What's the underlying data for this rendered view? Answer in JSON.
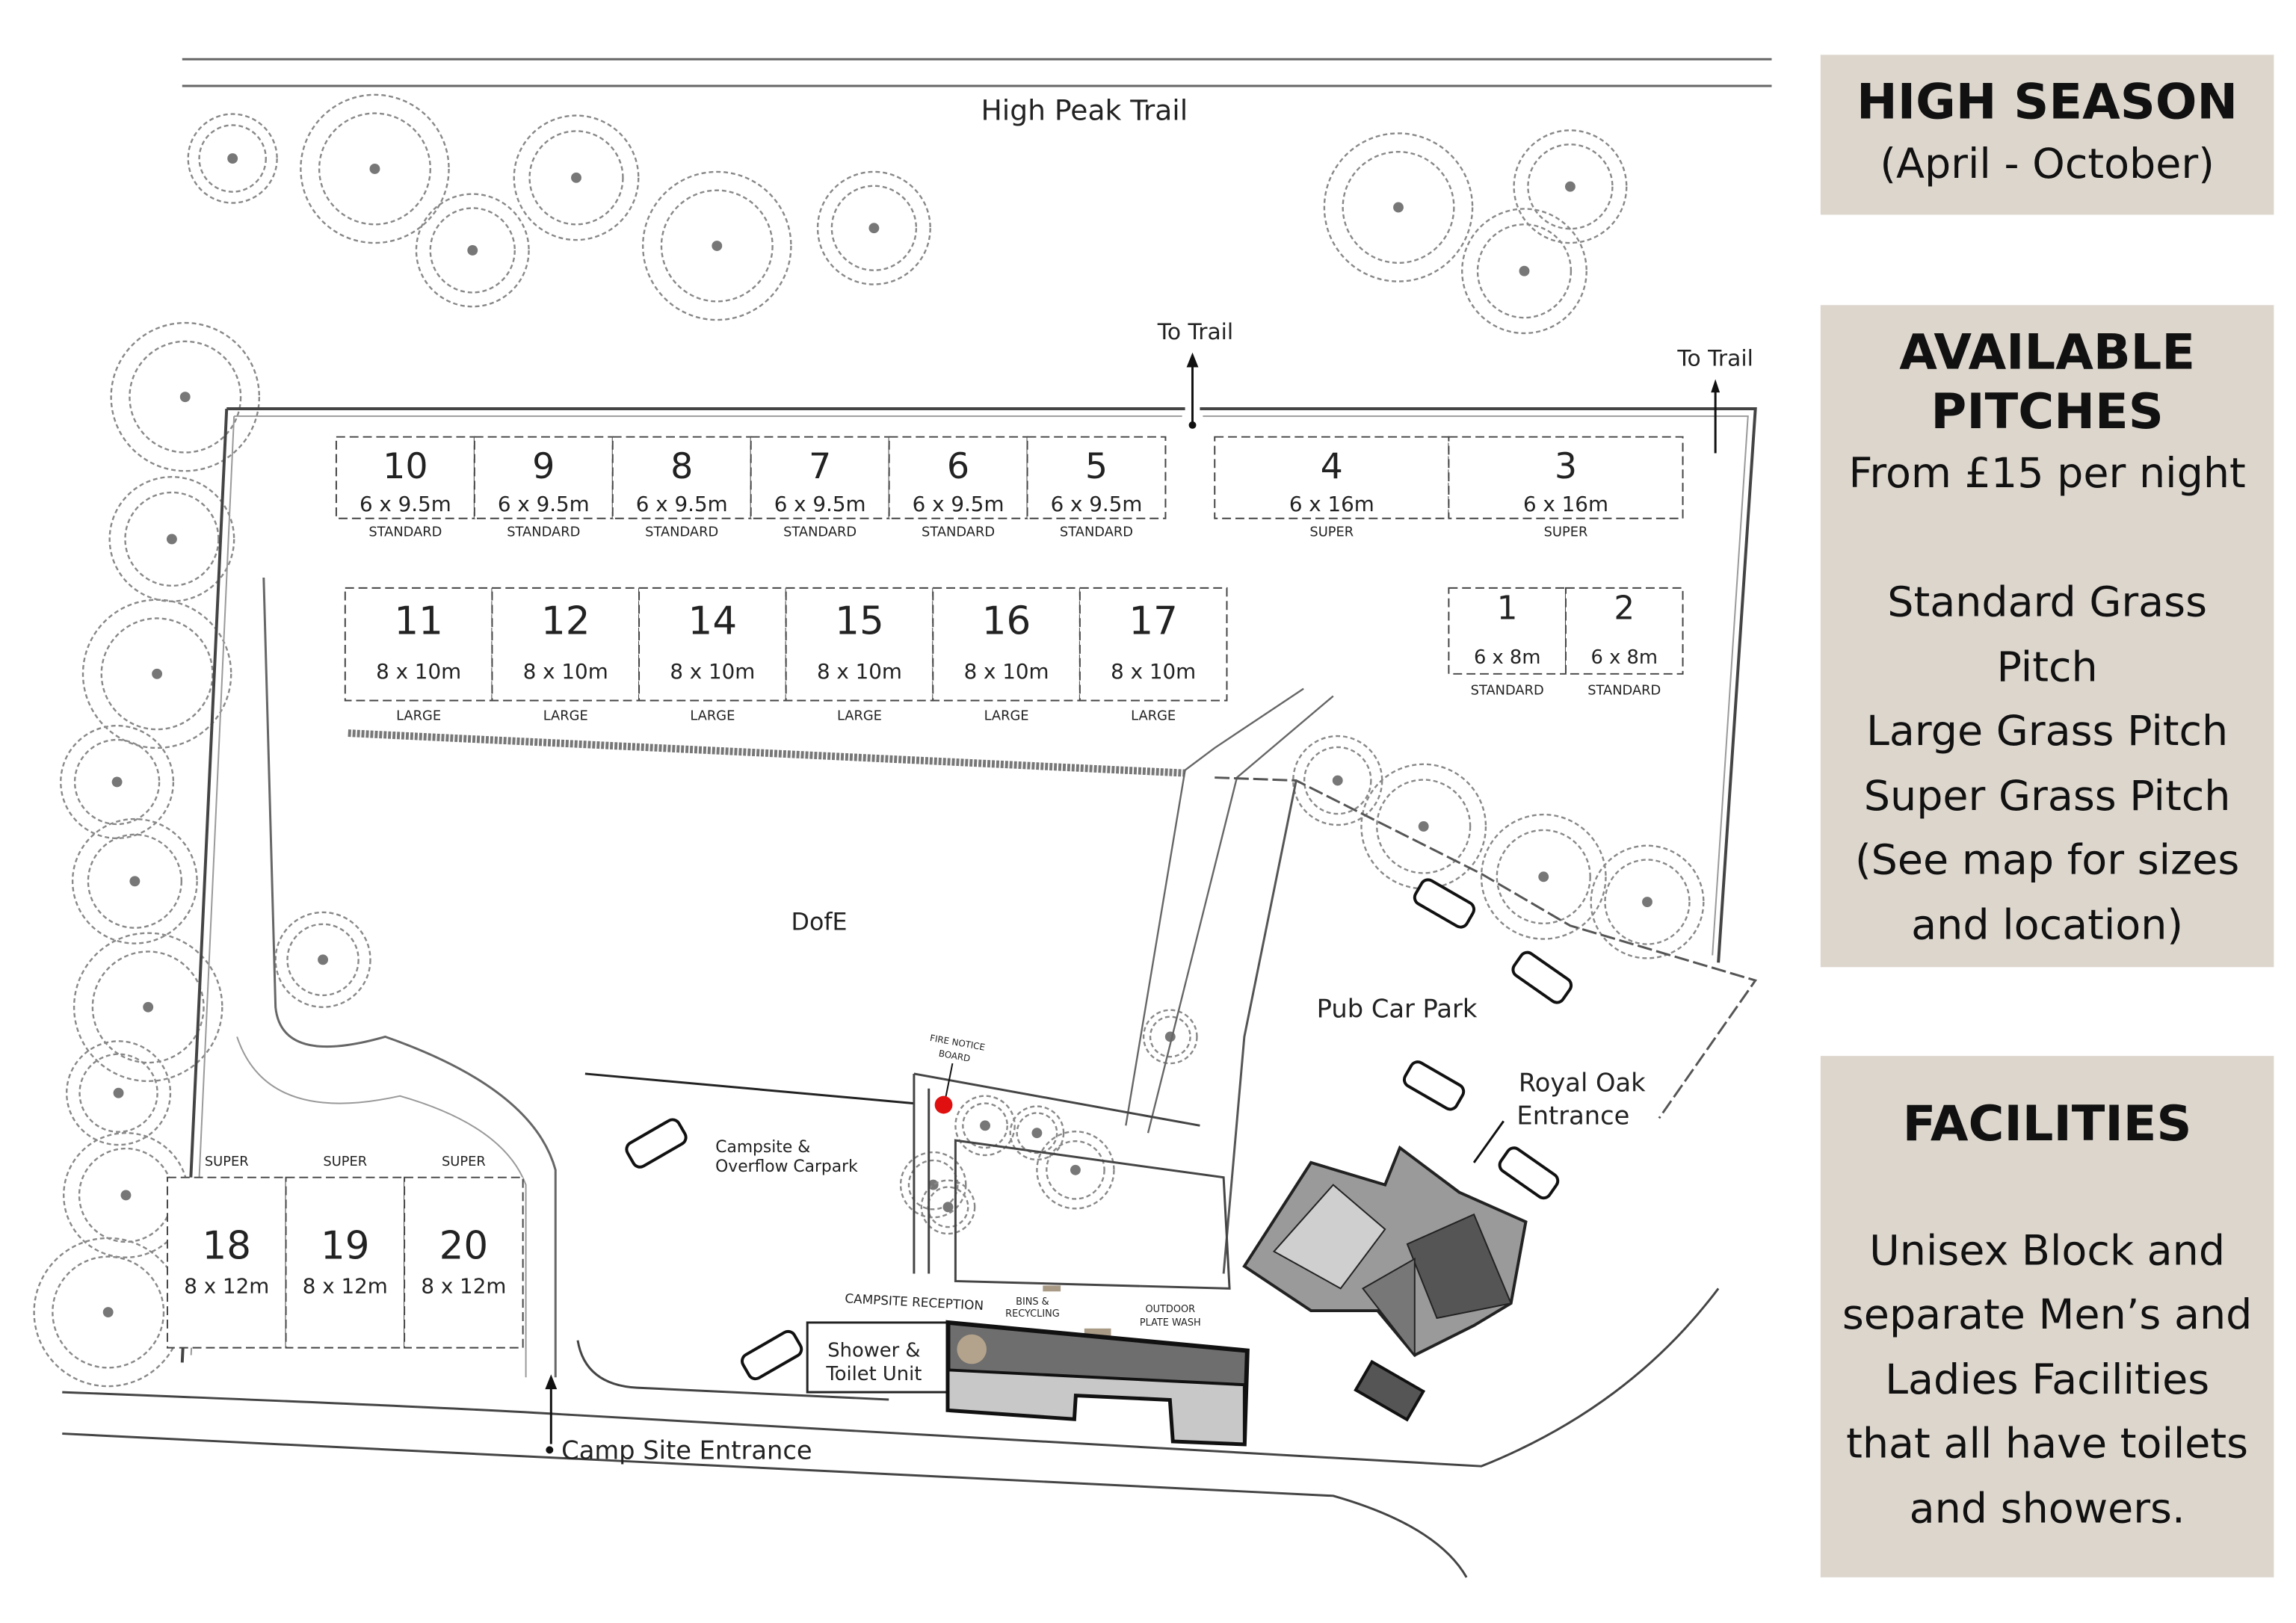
{
  "map": {
    "trail_label": "High Peak Trail",
    "to_trail_1": "To Trail",
    "to_trail_2": "To Trail",
    "dofe_label": "DofE",
    "pub_car_park": "Pub Car Park",
    "royal_oak_line1": "Royal Oak",
    "royal_oak_line2": "Entrance",
    "overflow_line1": "Campsite &",
    "overflow_line2": "Overflow Carpark",
    "camp_entrance": "Camp Site Entrance",
    "shower_line1": "Shower &",
    "shower_line2": "Toilet Unit",
    "fire_line1": "FIRE NOTICE",
    "fire_line2": "BOARD",
    "reception": "CAMPSITE RECEPTION",
    "bins_line1": "BINS &",
    "bins_line2": "RECYCLING",
    "platewash_line1": "OUTDOOR",
    "platewash_line2": "PLATE WASH",
    "fire_board_color": "#e01010",
    "panel_color": "#dcd6cd"
  },
  "pitches": {
    "row_standard": [
      {
        "number": "10",
        "size": "6 x 9.5m",
        "type": "STANDARD"
      },
      {
        "number": "9",
        "size": "6 x 9.5m",
        "type": "STANDARD"
      },
      {
        "number": "8",
        "size": "6 x 9.5m",
        "type": "STANDARD"
      },
      {
        "number": "7",
        "size": "6 x 9.5m",
        "type": "STANDARD"
      },
      {
        "number": "6",
        "size": "6 x 9.5m",
        "type": "STANDARD"
      },
      {
        "number": "5",
        "size": "6 x 9.5m",
        "type": "STANDARD"
      }
    ],
    "row_super_top": [
      {
        "number": "4",
        "size": "6 x 16m",
        "type": "SUPER"
      },
      {
        "number": "3",
        "size": "6 x 16m",
        "type": "SUPER"
      }
    ],
    "row_large": [
      {
        "number": "11",
        "size": "8 x 10m",
        "type": "LARGE"
      },
      {
        "number": "12",
        "size": "8 x 10m",
        "type": "LARGE"
      },
      {
        "number": "14",
        "size": "8 x 10m",
        "type": "LARGE"
      },
      {
        "number": "15",
        "size": "8 x 10m",
        "type": "LARGE"
      },
      {
        "number": "16",
        "size": "8 x 10m",
        "type": "LARGE"
      },
      {
        "number": "17",
        "size": "8 x 10m",
        "type": "LARGE"
      }
    ],
    "row_small": [
      {
        "number": "1",
        "size": "6 x 8m",
        "type": "STANDARD"
      },
      {
        "number": "2",
        "size": "6 x 8m",
        "type": "STANDARD"
      }
    ],
    "row_super_bottom": [
      {
        "number": "18",
        "size": "8 x 12m",
        "type": "SUPER"
      },
      {
        "number": "19",
        "size": "8 x 12m",
        "type": "SUPER"
      },
      {
        "number": "20",
        "size": "8 x 12m",
        "type": "SUPER"
      }
    ]
  },
  "panels": {
    "season": {
      "title": "HIGH SEASON",
      "subtitle": "(April - October)"
    },
    "pitches": {
      "title_line1": "AVAILABLE",
      "title_line2": "PITCHES",
      "price": "From £15 per night",
      "lines": [
        "Standard Grass",
        "Pitch",
        "Large Grass Pitch",
        "Super Grass Pitch",
        "(See map for sizes",
        "and location)"
      ]
    },
    "facilities": {
      "title": "FACILITIES",
      "lines": [
        "Unisex Block and",
        "separate Men’s and",
        "Ladies Facilities",
        "that all have toilets",
        "and  showers."
      ]
    }
  }
}
